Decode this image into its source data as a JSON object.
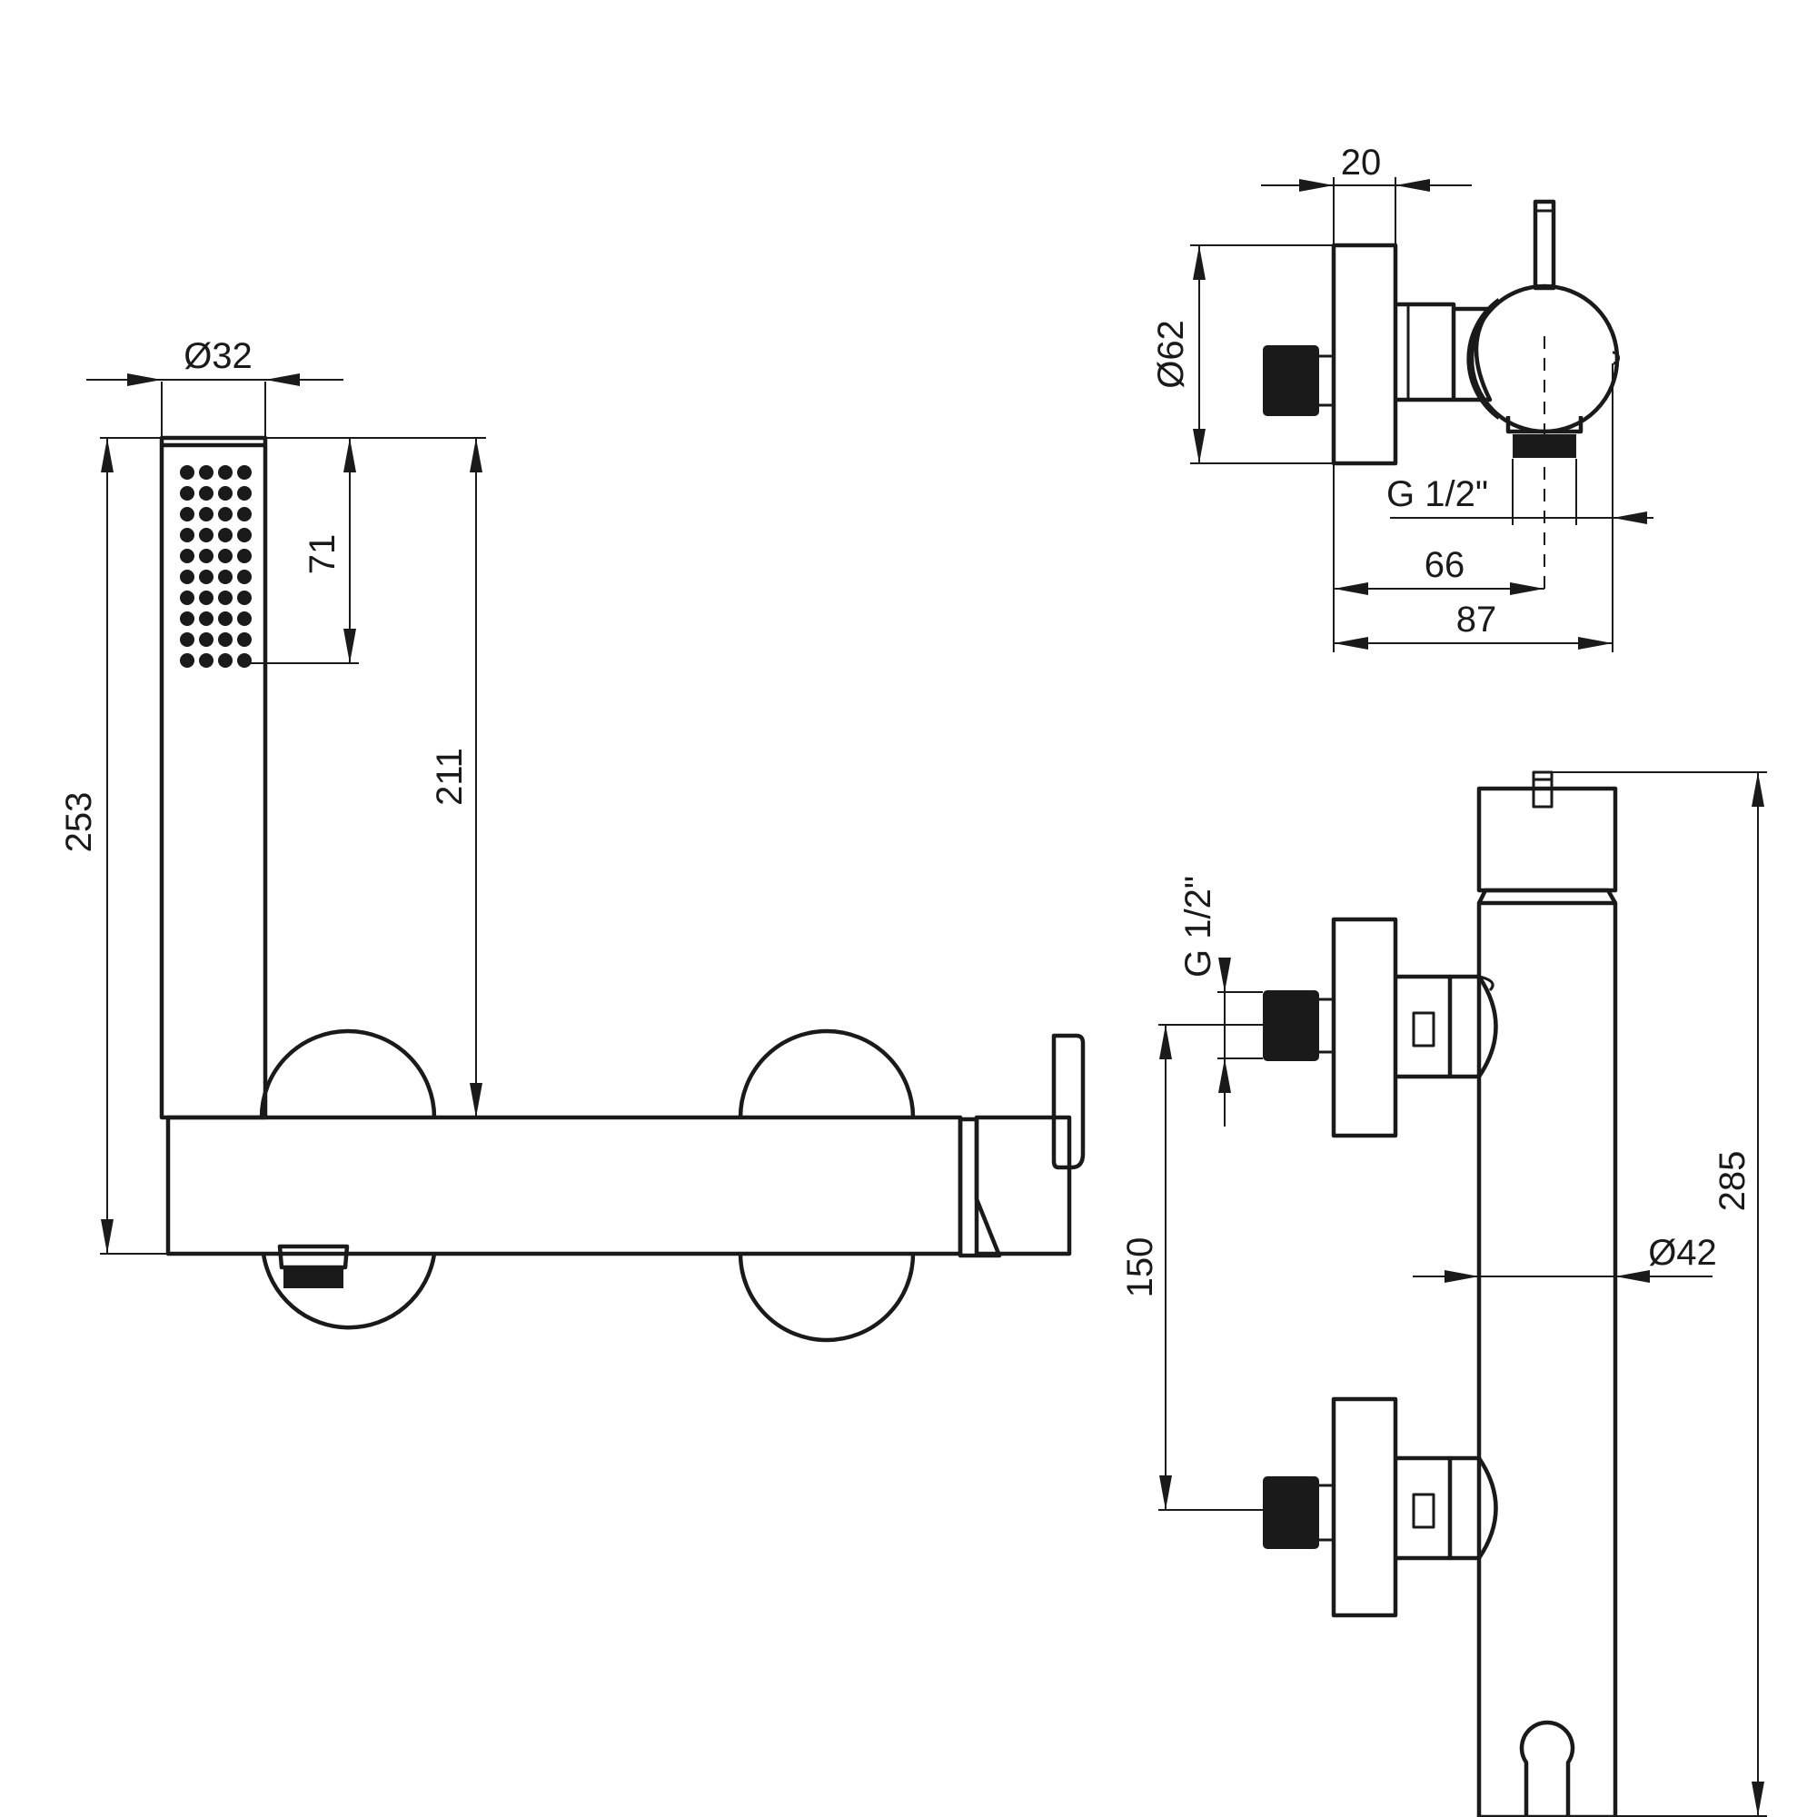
{
  "front_view": {
    "dim_shower_diameter": "Ø32",
    "dim_total_height": "253",
    "dim_spray_height": "71",
    "dim_top_to_body": "211"
  },
  "side_view": {
    "dim_flange_depth": "20",
    "dim_flange_diameter": "Ø62",
    "dim_outlet_thread": "G 1/2\"",
    "dim_outlet_offset": "66",
    "dim_total_depth": "87"
  },
  "top_view": {
    "dim_inlet_thread": "G 1/2\"",
    "dim_inlet_spacing": "150",
    "dim_body_diameter": "Ø42",
    "dim_body_length": "285"
  }
}
